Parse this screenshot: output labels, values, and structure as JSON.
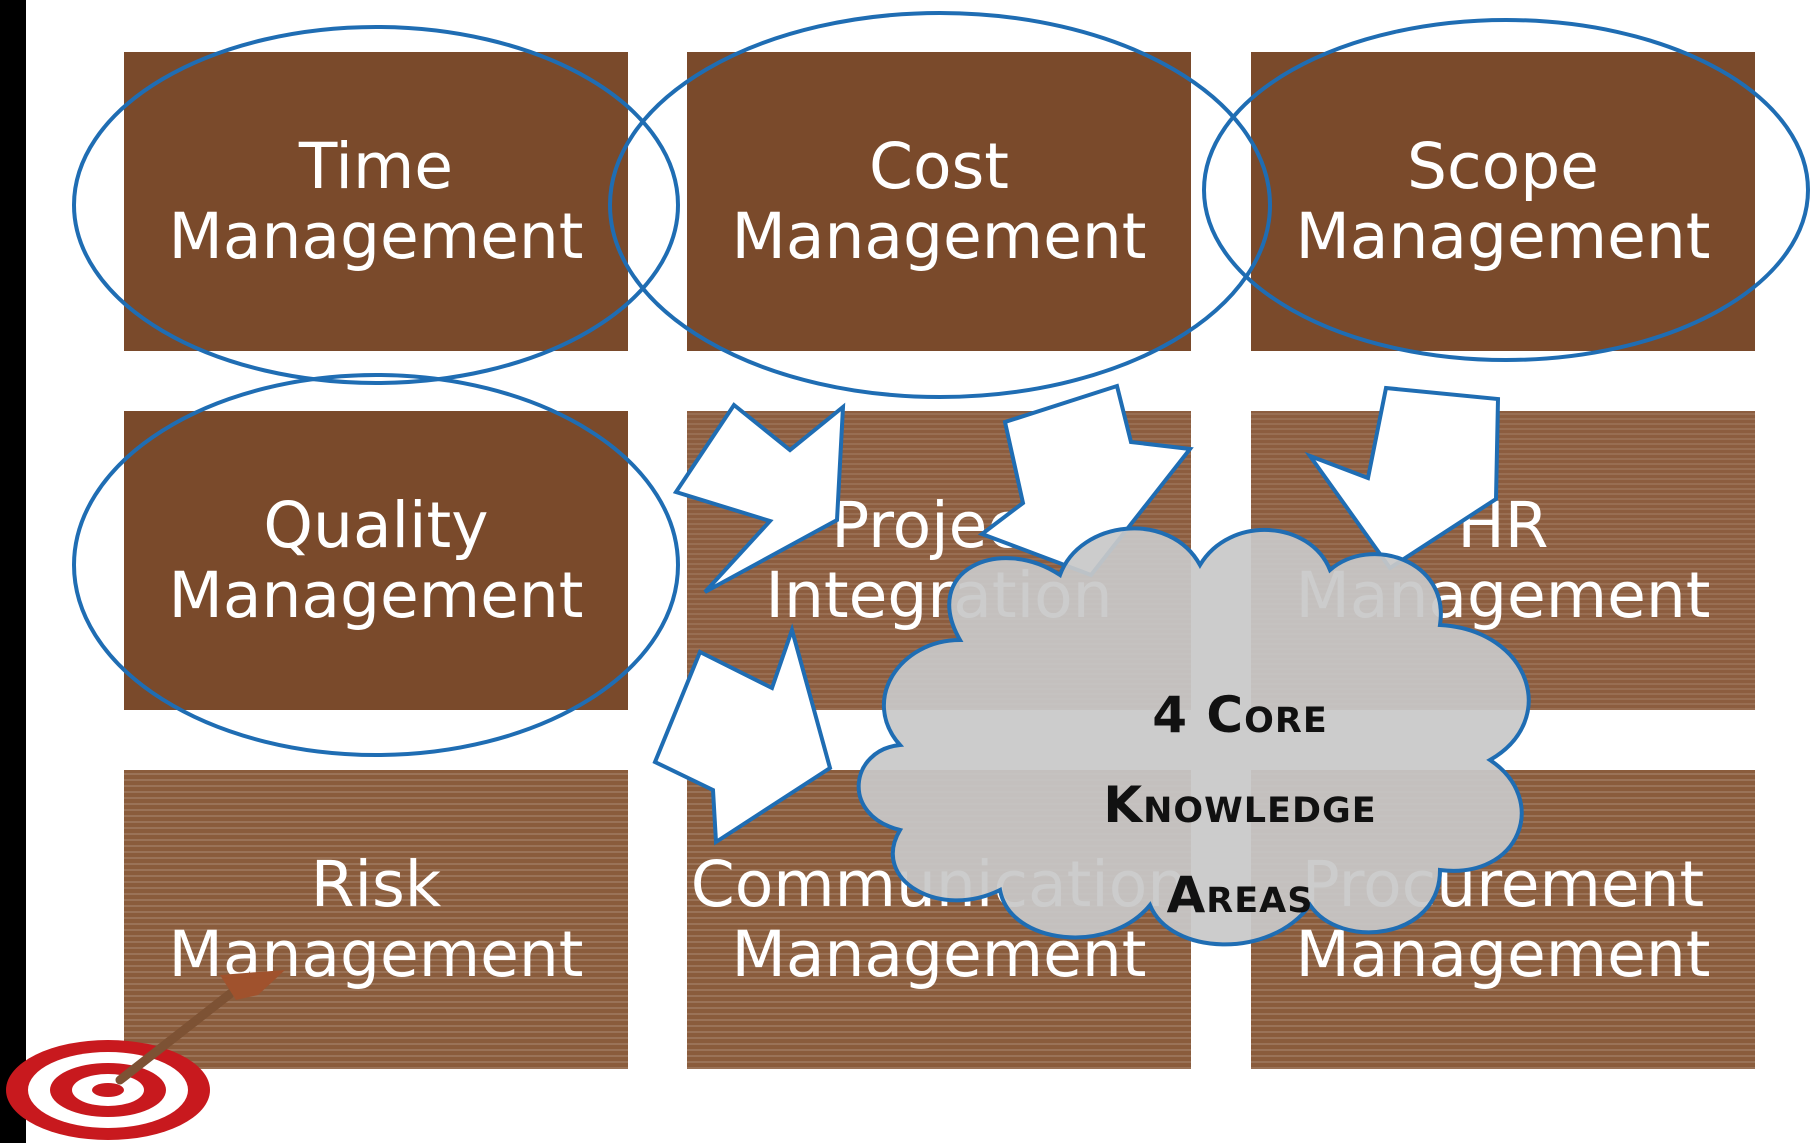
{
  "boxes": [
    {
      "label": "Time\nManagement",
      "style": "solid"
    },
    {
      "label": "Cost\nManagement",
      "style": "solid"
    },
    {
      "label": "Scope\nManagement",
      "style": "solid"
    },
    {
      "label": "Quality\nManagement",
      "style": "solid"
    },
    {
      "label": "Project\nIntegration",
      "style": "dotted"
    },
    {
      "label": "HR\nManagement",
      "style": "dotted"
    },
    {
      "label": "Risk\nManagement",
      "style": "striped"
    },
    {
      "label": "Communication\nManagement",
      "style": "striped"
    },
    {
      "label": "Procurement\nManagement",
      "style": "striped"
    }
  ],
  "callout": {
    "line1": "4 Core",
    "line2": "Knowledge",
    "line3": "Areas"
  },
  "colors": {
    "box_brown": "#7a4a2b",
    "ellipse_blue": "#1f6db3",
    "cloud_fill": "#c8c8c8",
    "target_red": "#c8191e"
  },
  "icons": [
    "target-dart-icon"
  ]
}
